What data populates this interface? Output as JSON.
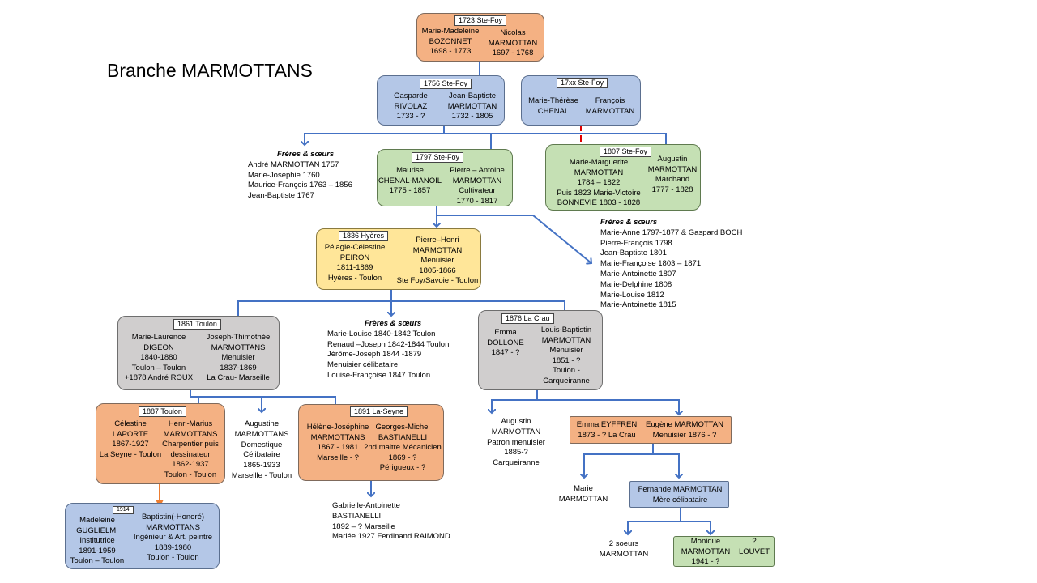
{
  "title": "Branche MARMOTTANS",
  "boxes": {
    "b1723": {
      "badge": "1723  Ste-Foy",
      "left": [
        "Marie-Madeleine",
        "BOZONNET",
        "1698 - 1773"
      ],
      "right": [
        "Nicolas",
        "MARMOTTAN",
        "1697 - 1768"
      ]
    },
    "b1756": {
      "badge": "1756  Ste-Foy",
      "left": [
        "Gasparde",
        "RIVOLAZ",
        "1733 - ?"
      ],
      "right": [
        "Jean-Baptiste",
        "MARMOTTAN",
        "1732 - 1805"
      ]
    },
    "b17xx": {
      "badge": "17xx  Ste-Foy",
      "left": [
        "Marie-Thérèse",
        "CHENAL"
      ],
      "right": [
        "François",
        "MARMOTTAN"
      ]
    },
    "b1797": {
      "badge": "1797  Ste-Foy",
      "left": [
        "Maurise",
        "CHENAL-MANOIL",
        "1775 - 1857"
      ],
      "right": [
        "Pierre – Antoine",
        "MARMOTTAN",
        "Cultivateur",
        "1770 - 1817"
      ]
    },
    "b1807": {
      "badge": "1807  Ste-Foy",
      "left": [
        "Marie-Marguerite",
        "MARMOTTAN",
        "1784 – 1822",
        "Puis 1823 Marie-Victoire",
        "BONNEVIE 1803 - 1828"
      ],
      "right": [
        "Augustin",
        "MARMOTTAN",
        "Marchand",
        "1777 - 1828"
      ]
    },
    "b1836": {
      "badge": "1836 Hyères",
      "left": [
        "Pélagie-Célestine",
        "PEIRON",
        "1811-1869",
        "Hyères - Toulon"
      ],
      "right": [
        "Pierre–Henri",
        "MARMOTTAN",
        "Menuisier",
        "1805-1866",
        "Ste Foy/Savoie - Toulon"
      ]
    },
    "b1861": {
      "badge": "1861 Toulon",
      "left": [
        "Marie-Laurence",
        "DIGEON",
        "1840-1880",
        "Toulon – Toulon",
        "+1878 André ROUX"
      ],
      "right": [
        "Joseph-Thimothée",
        "MARMOTTANS",
        "Menuisier",
        "1837-1869",
        "La Crau- Marseille"
      ]
    },
    "b1876": {
      "badge": "1876 La Crau",
      "left": [
        "Emma",
        "DOLLONE",
        "1847 - ?"
      ],
      "right": [
        "Louis-Baptistin",
        "MARMOTTAN",
        "Menuisier",
        "1851 - ?",
        "Toulon -",
        "Carqueiranne"
      ]
    },
    "b1887": {
      "badge": "1887 Toulon",
      "left": [
        "Célestine",
        "LAPORTE",
        "1867-1927",
        "La Seyne - Toulon"
      ],
      "right": [
        "Henri-Marius",
        "MARMOTTANS",
        "Charpentier puis",
        "dessinateur",
        "1862-1937",
        "Toulon - Toulon"
      ]
    },
    "b1891": {
      "badge": "1891 La-Seyne",
      "left": [
        "Hélène-Joséphine",
        "MARMOTTANS",
        "1867 - 1981",
        "Marseille - ?"
      ],
      "right": [
        "Georges-Michel",
        "BASTIANELLI",
        "2nd maitre Mécanicien",
        "1869 - ?",
        "Périgueux - ?"
      ]
    },
    "b1914": {
      "badge": "1914",
      "left": [
        "Madeleine",
        "GUGLIELMI",
        "Institutrice",
        "1891-1959",
        "Toulon – Toulon"
      ],
      "right": [
        "Baptistin(-Honoré)",
        "MARMOTTANS",
        "Ingénieur & Art. peintre",
        "1889-1980",
        "Toulon - Toulon"
      ]
    },
    "bEmma": {
      "left": [
        "Emma EYFFREN",
        "1873 - ? La Crau"
      ],
      "right": [
        "Eugène MARMOTTAN",
        "Menuisier 1876 - ?"
      ]
    },
    "bFernande": {
      "lines": [
        "Fernande MARMOTTAN",
        "Mère célibataire"
      ]
    },
    "bMonique": {
      "left": [
        "Monique",
        "MARMOTTAN",
        "1941 - ?"
      ],
      "right": [
        "?",
        "LOUVET"
      ]
    }
  },
  "siblings": {
    "s1": {
      "heading": "Frères & sœurs",
      "lines": [
        "André MARMOTTAN 1757",
        "Marie-Josephie 1760",
        "Maurice-François 1763 – 1856",
        "Jean-Baptiste 1767"
      ]
    },
    "s2": {
      "heading": "Frères & sœurs",
      "lines": [
        "Marie-Anne 1797-1877 & Gaspard BOCH",
        "Pierre-François 1798",
        "Jean-Baptiste 1801",
        "Marie-Françoise 1803 – 1871",
        "Marie-Antoinette 1807",
        "Marie-Delphine 1808",
        "Marie-Louise 1812",
        "Marie-Antoinette 1815"
      ]
    },
    "s3": {
      "heading": "Frères & sœurs",
      "lines": [
        "Marie-Louise 1840-1842 Toulon",
        "Renaud –Joseph 1842-1844 Toulon",
        "Jérôme-Joseph 1844 -1879",
        "Menuisier célibataire",
        "Louise-Françoise 1847 Toulon"
      ]
    }
  },
  "persons": {
    "augustin1": [
      "Augustine",
      "MARMOTTANS",
      "Domestique",
      "Célibataire",
      "1865-1933",
      "Marseille - Toulon"
    ],
    "augustin2": [
      "Augustin",
      "MARMOTTAN",
      "Patron menuisier",
      "1885-?",
      "Carqueiranne"
    ],
    "gabrielle": [
      "Gabrielle-Antoinette",
      "BASTIANELLI",
      "1892 – ? Marseille",
      "Mariée 1927 Ferdinand RAIMOND"
    ],
    "marie": [
      "Marie",
      "MARMOTTAN"
    ],
    "soeurs": [
      "2 soeurs",
      "MARMOTTAN"
    ]
  },
  "colors": {
    "orange": "#f4b183",
    "blue": "#b4c7e7",
    "green": "#c5e0b4",
    "yellow": "#ffe699",
    "grey": "#d0cece",
    "connector": "#4472c4",
    "red_arrow": "#e00000",
    "orange_arrow": "#ed7d31"
  }
}
